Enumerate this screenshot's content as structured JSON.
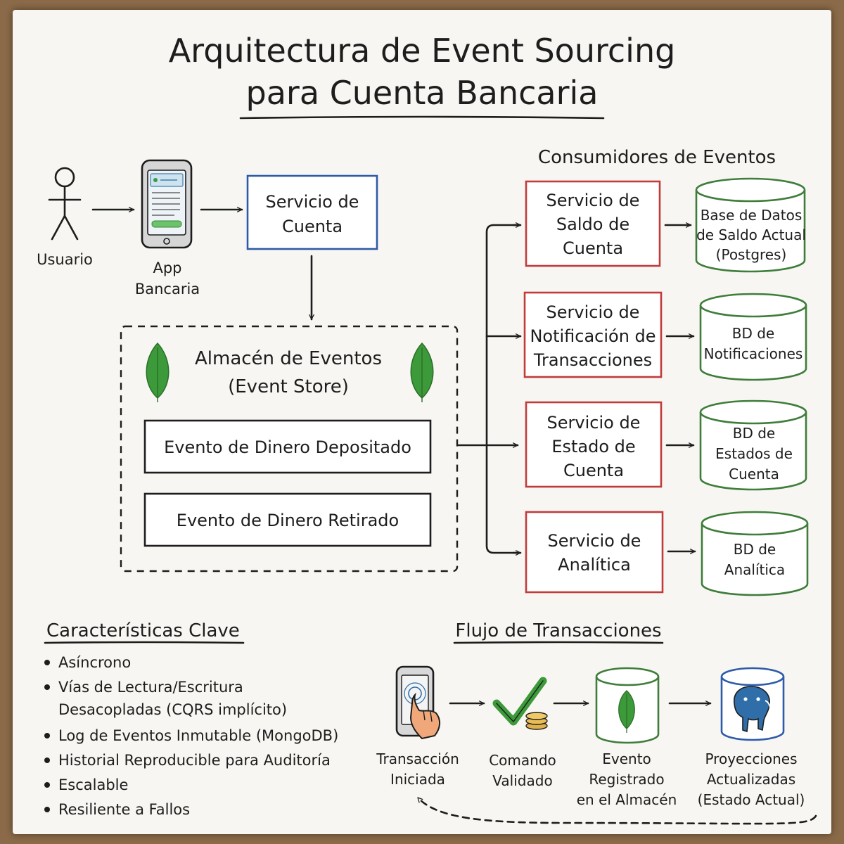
{
  "title": {
    "line1": "Arquitectura de Event Sourcing",
    "line2": "para Cuenta Bancaria"
  },
  "actors": {
    "user": "Usuario",
    "app_line1": "App",
    "app_line2": "Bancaria"
  },
  "account_service": {
    "line1": "Servicio de",
    "line2": "Cuenta"
  },
  "event_store": {
    "title_line1": "Almacén de Eventos",
    "title_line2": "(Event Store)",
    "events": [
      "Evento de Dinero Depositado",
      "Evento de Dinero Retirado"
    ]
  },
  "consumers": {
    "heading": "Consumidores de Eventos",
    "services": [
      {
        "lines": [
          "Servicio de",
          "Saldo de",
          "Cuenta"
        ]
      },
      {
        "lines": [
          "Servicio de",
          "Notificación de",
          "Transacciones"
        ]
      },
      {
        "lines": [
          "Servicio de",
          "Estado de",
          "Cuenta"
        ]
      },
      {
        "lines": [
          "Servicio de",
          "Analítica"
        ]
      }
    ],
    "databases": [
      {
        "lines": [
          "Base de Datos",
          "de Saldo Actual",
          "(Postgres)"
        ]
      },
      {
        "lines": [
          "BD de",
          "Notificaciones"
        ]
      },
      {
        "lines": [
          "BD de",
          "Estados de",
          "Cuenta"
        ]
      },
      {
        "lines": [
          "BD de",
          "Analítica"
        ]
      }
    ]
  },
  "features": {
    "heading": "Características Clave",
    "items": [
      [
        "Asíncrono"
      ],
      [
        "Vías de Lectura/Escritura",
        "Desacopladas (CQRS implícito)"
      ],
      [
        "Log de Eventos Inmutable (MongoDB)"
      ],
      [
        "Historial Reproducible para Auditoría"
      ],
      [
        "Escalable"
      ],
      [
        "Resiliente a Fallos"
      ]
    ]
  },
  "flow": {
    "heading": "Flujo de Transacciones",
    "steps": [
      {
        "icon": "phone-tap-icon",
        "lines": [
          "Transacción",
          "Iniciada"
        ]
      },
      {
        "icon": "checkmark-coins-icon",
        "lines": [
          "Comando",
          "Validado"
        ]
      },
      {
        "icon": "mongodb-leaf-database-icon",
        "lines": [
          "Evento",
          "Registrado",
          "en el Almacén"
        ]
      },
      {
        "icon": "postgres-elephant-database-icon",
        "lines": [
          "Proyecciones",
          "Actualizadas",
          "(Estado Actual)"
        ]
      }
    ]
  },
  "colors": {
    "ink": "#1d1d1d",
    "blue": "#2f5aa8",
    "red": "#c23b3b",
    "green": "#3f7d3a",
    "leaf": "#3d9a3a",
    "postgres": "#2f6ea8"
  }
}
